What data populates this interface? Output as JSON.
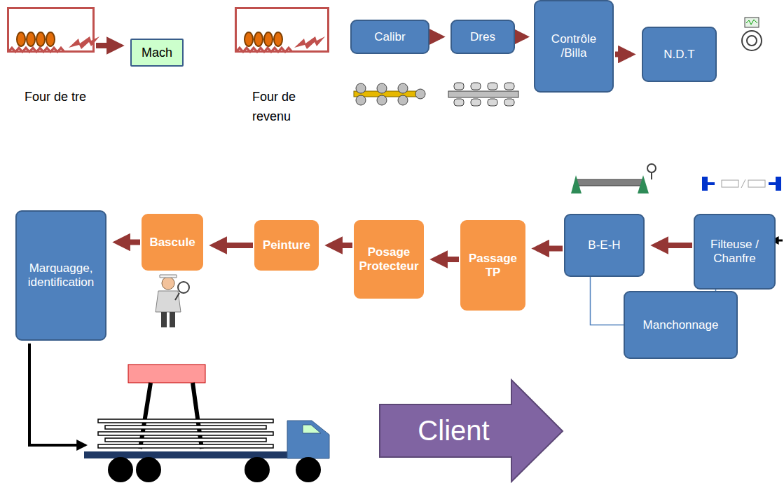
{
  "diagram": {
    "nodes": [
      {
        "text": [
          "Four de tre"
        ]
      },
      {
        "text": [
          "Mach"
        ]
      },
      {
        "text": [
          "Four de revenu"
        ]
      },
      {
        "text": [
          "Calibr"
        ]
      },
      {
        "text": [
          "Dres"
        ]
      },
      {
        "text": [
          "Contrôle /Billa"
        ]
      },
      {
        "text": [
          "N.D.T"
        ]
      },
      {
        "text": [
          "Filteuse / Chanfre"
        ]
      },
      {
        "text": [
          "Manchonnage"
        ]
      },
      {
        "text": [
          "B-E-H"
        ]
      },
      {
        "text": [
          "Passage TP"
        ]
      },
      {
        "text": [
          "Posage Protecteur"
        ]
      },
      {
        "text": [
          "Peinture"
        ]
      },
      {
        "text": [
          "Bascule"
        ]
      },
      {
        "text": [
          "Marquagge, identification"
        ]
      },
      {
        "text": [
          "Client"
        ]
      }
    ],
    "edges": [
      {
        "from": 0,
        "to": 1,
        "arrow": "to"
      },
      {
        "from": 3,
        "to": 4,
        "arrow": "to"
      },
      {
        "from": 4,
        "to": 5,
        "arrow": "to"
      },
      {
        "from": 5,
        "to": 6,
        "arrow": "to"
      },
      {
        "from": 7,
        "to": 9,
        "arrow": "to"
      },
      {
        "from": 9,
        "to": 10,
        "arrow": "to"
      },
      {
        "from": 10,
        "to": 11,
        "arrow": "to"
      },
      {
        "from": 11,
        "to": 12,
        "arrow": "to"
      },
      {
        "from": 12,
        "to": 13,
        "arrow": "to"
      },
      {
        "from": 13,
        "to": 14,
        "arrow": "to"
      },
      {
        "from": 9,
        "to": 8,
        "arrow": "none"
      },
      {
        "from": 7,
        "to": 8,
        "arrow": "none"
      }
    ]
  }
}
